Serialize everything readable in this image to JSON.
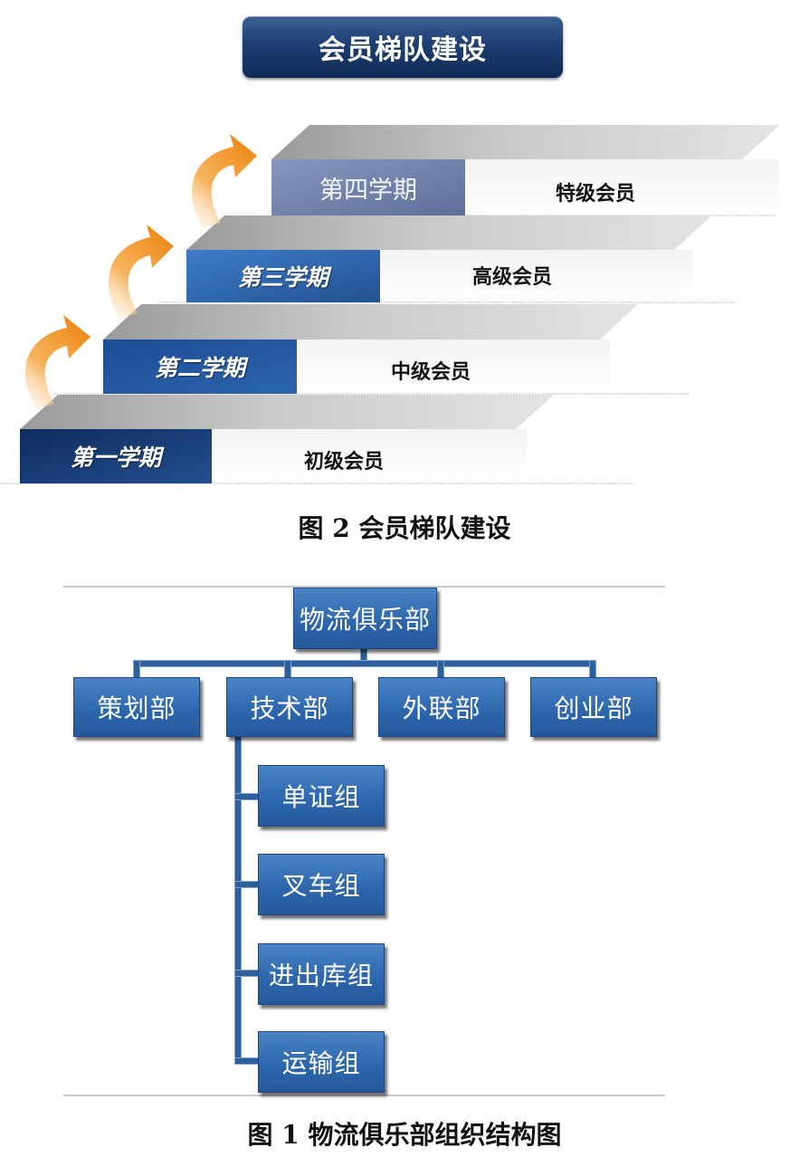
{
  "membership_ladder": {
    "title": "会员梯队建设",
    "steps": [
      {
        "term": "第一学期",
        "level": "初级会员"
      },
      {
        "term": "第二学期",
        "level": "中级会员"
      },
      {
        "term": "第三学期",
        "level": "高级会员"
      },
      {
        "term": "第四学期",
        "level": "特级会员"
      }
    ],
    "caption": "图 2  会员梯队建设",
    "colors": {
      "arrow": "#f29b2b",
      "step_dark": "#0f2a55",
      "step_light": "#4a7fc4",
      "top_step": "#8091b8"
    }
  },
  "org_chart": {
    "root": "物流俱乐部",
    "departments": [
      "策划部",
      "技术部",
      "外联部",
      "创业部"
    ],
    "tech_groups": [
      "单证组",
      "叉车组",
      "进出库组",
      "运输组"
    ],
    "caption": "图 1  物流俱乐部组织结构图",
    "colors": {
      "box": "#2e67ad",
      "line": "#2d5f9c"
    }
  }
}
